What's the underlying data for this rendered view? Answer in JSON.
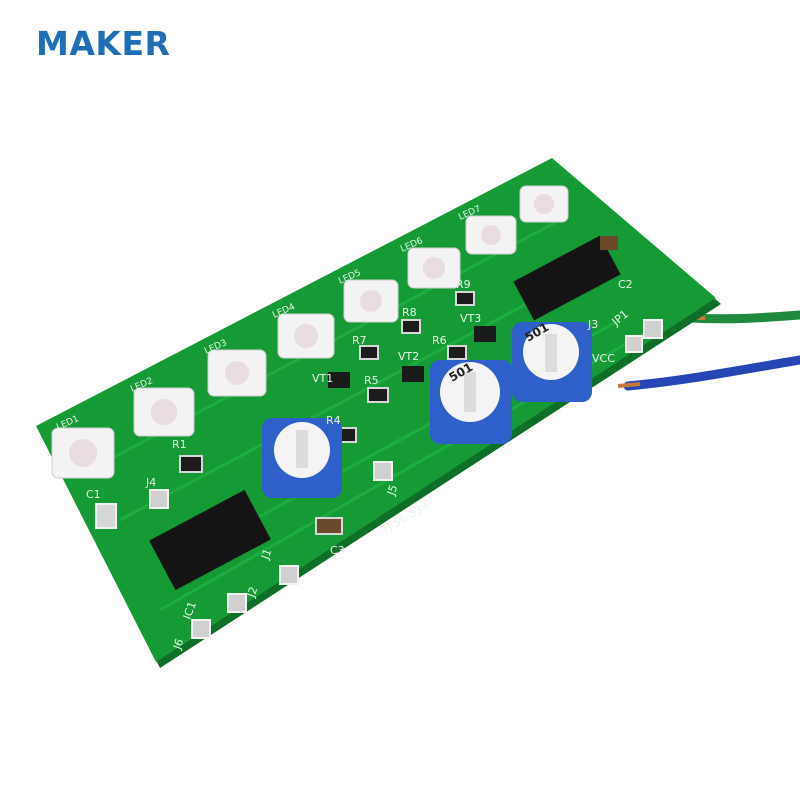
{
  "brand": {
    "text": "MAKER",
    "color": "#1f6fb8"
  },
  "board": {
    "silkscreen": {
      "leds": [
        "LED1",
        "LED2",
        "LED3",
        "LED4",
        "LED5",
        "LED6",
        "LED7"
      ],
      "resistors": [
        "R1",
        "R4",
        "R5",
        "R6",
        "R7",
        "R8",
        "R9"
      ],
      "transistors": [
        "VT1",
        "VT2",
        "VT3"
      ],
      "capacitors": [
        "C1",
        "C2",
        "C3"
      ],
      "jumpers": [
        "J1",
        "J2",
        "J3",
        "J4",
        "J5",
        "J6",
        "JP1"
      ],
      "ic": "IC1",
      "vcc": "VCC",
      "part_number": "TJ-56-539",
      "pot_marking": "501"
    },
    "colors": {
      "pcb": "#169a36",
      "wire_green": "#1f8a3e",
      "wire_blue": "#2746b5",
      "pot": "#2f5fc8"
    }
  }
}
